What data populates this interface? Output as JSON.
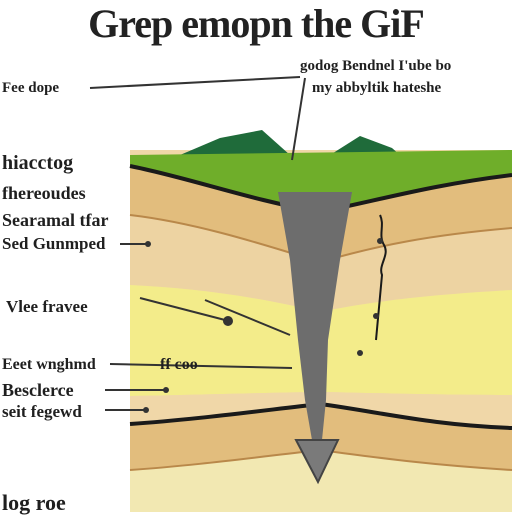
{
  "title": "Grep emopn the GiF",
  "colors": {
    "grass": "#6fae2a",
    "hill": "#1f6b3a",
    "boundary": "#1a1a1a",
    "layer_tan": "#e8c88c",
    "layer_sand": "#f2dcb0",
    "layer_yellow": "#f3ec8a",
    "fault": "#6d6d6d"
  },
  "labels": {
    "top_right_1": "godog Bendnel I'ube bo",
    "top_right_2": "my abbyltik hateshe",
    "left_1": "Fee dope",
    "left_2": "hiacctog",
    "left_3": "fhereoudes",
    "left_4": "Searamal tfar",
    "left_5": "Sed Gunmped",
    "left_6": "Vlee fravee",
    "left_7": "Eeet wnghmd",
    "left_8": "Besclerce",
    "left_9": "seit fegewd",
    "left_10": "log roe",
    "mid_1": "ff coo"
  }
}
